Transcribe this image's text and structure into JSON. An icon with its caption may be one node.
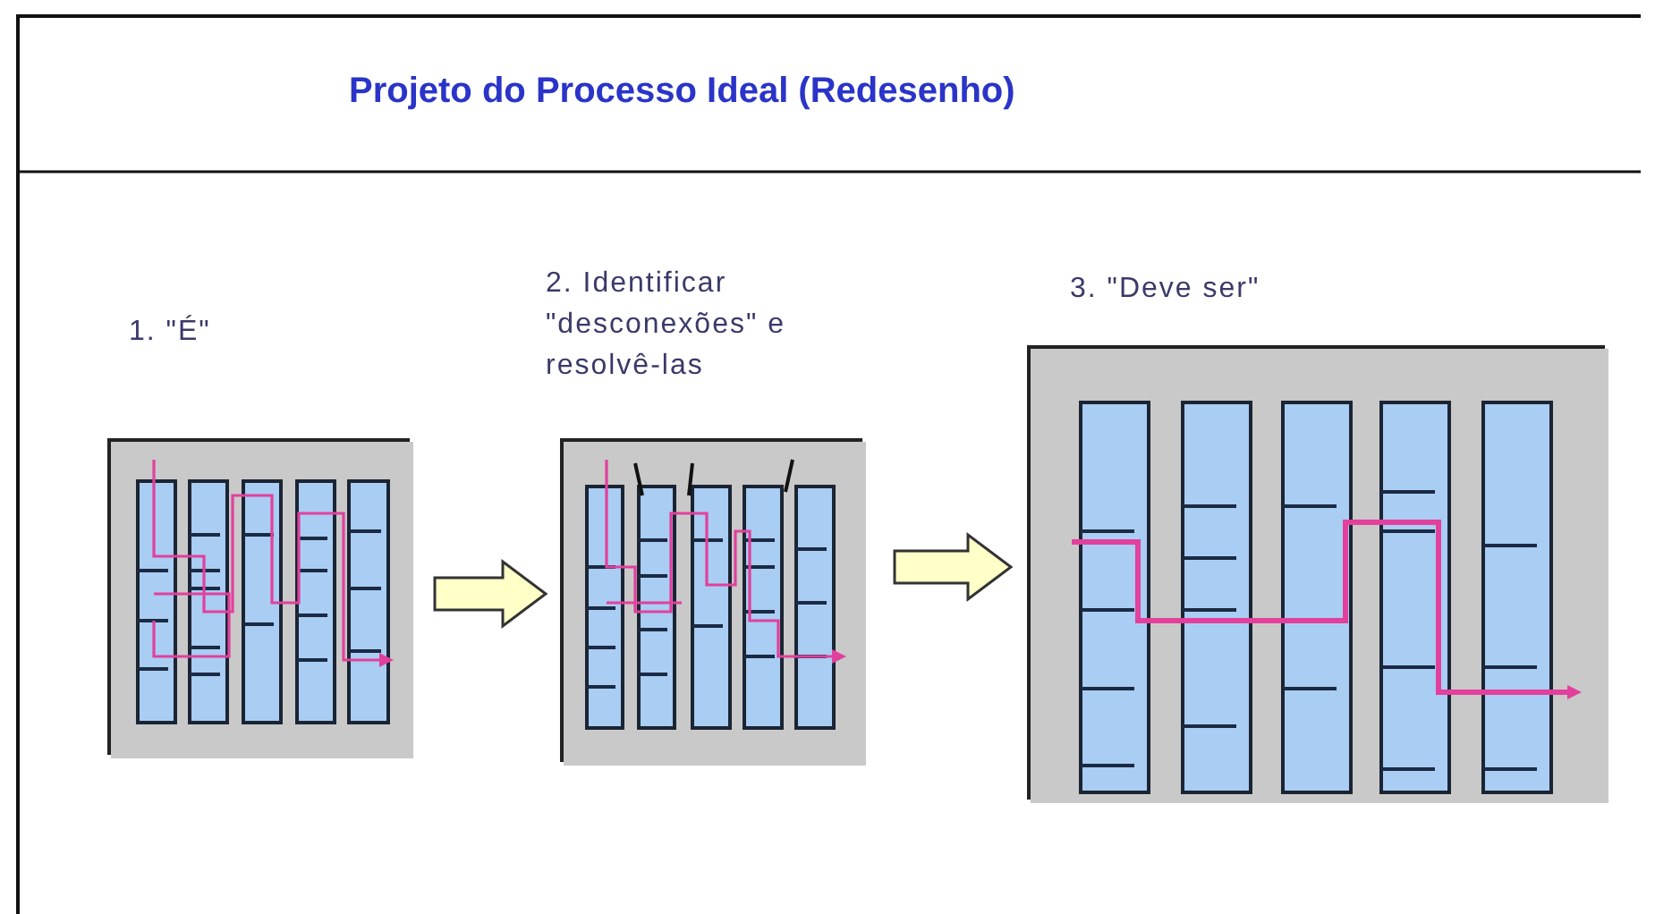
{
  "diagram": {
    "title": "Projeto do Processo Ideal (Redesenho)",
    "nodes": [
      {
        "text": [
          "1. \"É\""
        ]
      },
      {
        "text": [
          "2. Identificar \"desconexões\" e resolvê-las"
        ]
      },
      {
        "text": [
          "3. \"Deve ser\""
        ]
      }
    ],
    "edges": [
      {
        "from": 0,
        "to": 1,
        "arrow": "to"
      },
      {
        "from": 1,
        "to": 2,
        "arrow": "to"
      }
    ]
  }
}
